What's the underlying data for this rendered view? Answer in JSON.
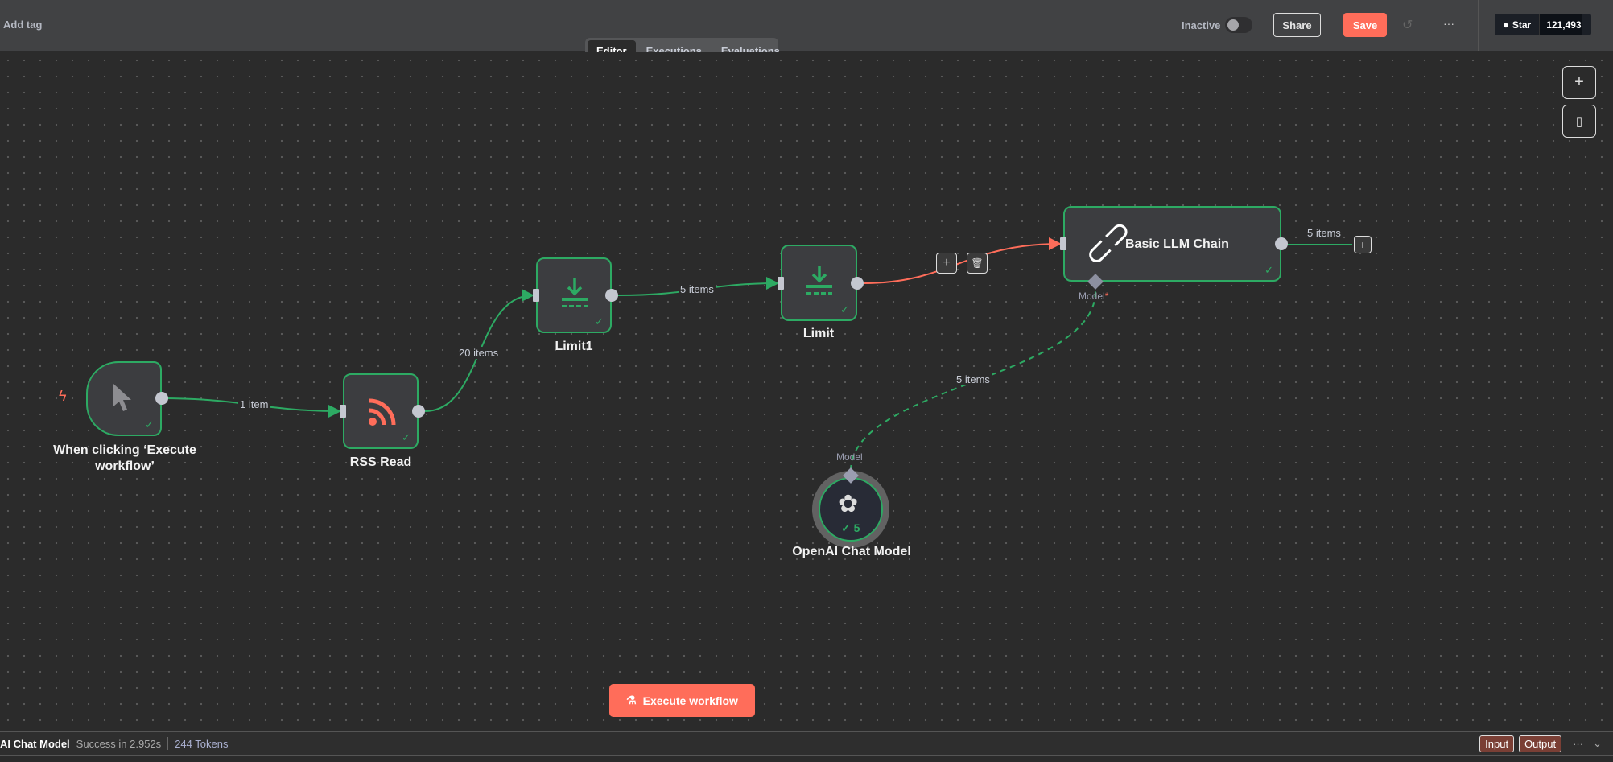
{
  "header": {
    "add_tag": "Add tag",
    "tabs": [
      "Editor",
      "Executions",
      "Evaluations"
    ],
    "active_tab": "Editor",
    "status_label": "Inactive",
    "share": "Share",
    "save": "Save",
    "more": "···",
    "github_star": "Star",
    "github_count": "121,493"
  },
  "canvas_controls": {
    "zoom_in": "+",
    "sticky": "note"
  },
  "nodes": {
    "trigger": {
      "label": "When clicking ‘Execute workflow’"
    },
    "rss": {
      "label": "RSS Read"
    },
    "limit1": {
      "label": "Limit1"
    },
    "limit": {
      "label": "Limit"
    },
    "chain": {
      "label": "Basic LLM Chain",
      "model_handle": "Model",
      "required": "*"
    },
    "openai": {
      "label": "OpenAI Chat Model",
      "handle": "Model",
      "runs": "5"
    }
  },
  "edges": {
    "e1": "1 item",
    "e2": "20 items",
    "e3": "5 items",
    "e4": "5 items",
    "e5": "5 items"
  },
  "edge_actions": {
    "add": "+",
    "delete": "🗑"
  },
  "execute_button": "Execute workflow",
  "bottom": {
    "node": "AI Chat Model",
    "status": "Success in 2.952s",
    "tokens": "244 Tokens",
    "input": "Input",
    "output": "Output",
    "more": "···",
    "collapse": "⌄"
  },
  "colors": {
    "accent": "#ff6d5a",
    "success": "#2daa63"
  }
}
